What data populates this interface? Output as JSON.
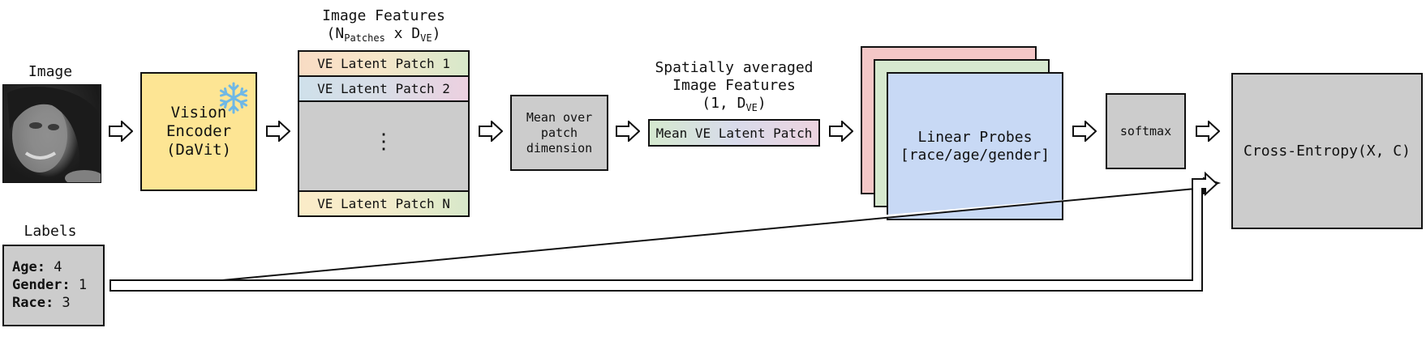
{
  "image_block": {
    "title": "Image"
  },
  "encoder": {
    "line1": "Vision",
    "line2": "Encoder",
    "line3": "(DaVit)",
    "frozen_icon": "snowflake-icon"
  },
  "features": {
    "title": "Image Features",
    "dims_prefix": "(N",
    "dims_sub1": "Patches",
    "dims_mid": " x D",
    "dims_sub2": "VE",
    "dims_suffix": ")",
    "patch1": "VE Latent Patch 1",
    "patch2": "VE Latent Patch 2",
    "ellipsis": "⋮",
    "patchN": "VE Latent Patch N"
  },
  "mean_box": {
    "line1": "Mean over",
    "line2": "patch",
    "line3": "dimension"
  },
  "spatial": {
    "line1": "Spatially averaged",
    "line2": "Image Features",
    "dims_prefix": "(1, D",
    "dims_sub": "VE",
    "dims_suffix": ")",
    "mean_patch": "Mean VE Latent Patch"
  },
  "probes": {
    "line1": "Linear Probes",
    "line2": "[race/age/gender]"
  },
  "softmax": {
    "label": "softmax"
  },
  "loss": {
    "label": "Cross-Entropy(X, C)"
  },
  "labels": {
    "title": "Labels",
    "age_key": "Age:",
    "age_val": " 4",
    "gender_key": "Gender:",
    "gender_val": " 1",
    "race_key": "Race:",
    "race_val": " 3"
  },
  "colors": {
    "encoder_fill": "#fde594",
    "grey_fill": "#cccccc",
    "probe_back": "#f4c7c7",
    "probe_mid": "#d6e9cf",
    "probe_front": "#c8d9f5"
  }
}
